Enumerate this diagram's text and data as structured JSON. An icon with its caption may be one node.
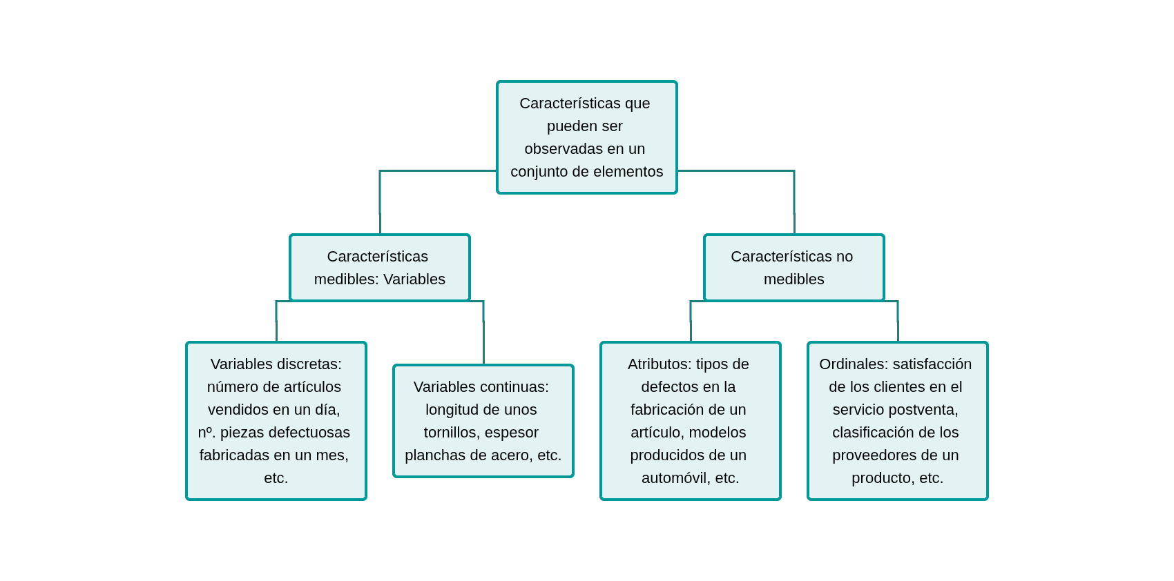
{
  "diagram": {
    "nodes": [
      {
        "text": [
          "Características que pueden ser observadas en un conjunto de elementos"
        ]
      },
      {
        "text": [
          "Características medibles: Variables"
        ]
      },
      {
        "text": [
          "Características no medibles"
        ]
      },
      {
        "text": [
          "Variables discretas:",
          "número de artículos vendidos en un día, nº. piezas defectuosas fabricadas en un mes, etc."
        ]
      },
      {
        "text": [
          "Variables continuas: longitud de unos tornillos, espesor planchas de acero, etc."
        ]
      },
      {
        "text": [
          "Atributos: tipos de defectos en la fabricación de un artículo, modelos producidos de un automóvil, etc."
        ]
      },
      {
        "text": [
          "Ordinales: satisfacción de los clientes en el servicio postventa, clasificación de los proveedores de un producto, etc."
        ]
      }
    ],
    "edges": [
      {
        "from": 0,
        "to": 1,
        "arrow": "none"
      },
      {
        "from": 0,
        "to": 2,
        "arrow": "none"
      },
      {
        "from": 1,
        "to": 3,
        "arrow": "none"
      },
      {
        "from": 1,
        "to": 4,
        "arrow": "none"
      },
      {
        "from": 2,
        "to": 5,
        "arrow": "none"
      },
      {
        "from": 2,
        "to": 6,
        "arrow": "none"
      }
    ]
  }
}
